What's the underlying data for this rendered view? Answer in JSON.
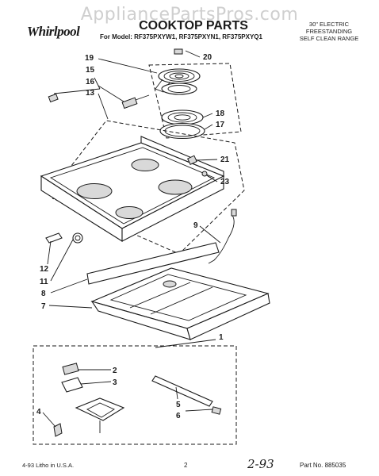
{
  "watermark": "AppliancePartsPros.com",
  "brand": "Whirlpool",
  "title": "COOKTOP PARTS",
  "model_line": "For Model: RF375PXYW1, RF375PXYN1, RF375PXYQ1",
  "range_desc": [
    "30\" ELECTRIC",
    "FREESTANDING",
    "SELF CLEAN RANGE"
  ],
  "footer": {
    "litho": "4-93 Litho in U.S.A.",
    "page": "2",
    "handwritten": "2-93",
    "part_number": "Part No. 885035"
  },
  "callouts": {
    "c1": "1",
    "c2": "2",
    "c3": "3",
    "c4": "4",
    "c5": "5",
    "c6": "6",
    "c7": "7",
    "c8": "8",
    "c9": "9",
    "c11": "11",
    "c12": "12",
    "c13": "13",
    "c15": "15",
    "c16": "16",
    "c17": "17",
    "c18": "18",
    "c19": "19",
    "c20": "20",
    "c21": "21",
    "c23": "23"
  }
}
